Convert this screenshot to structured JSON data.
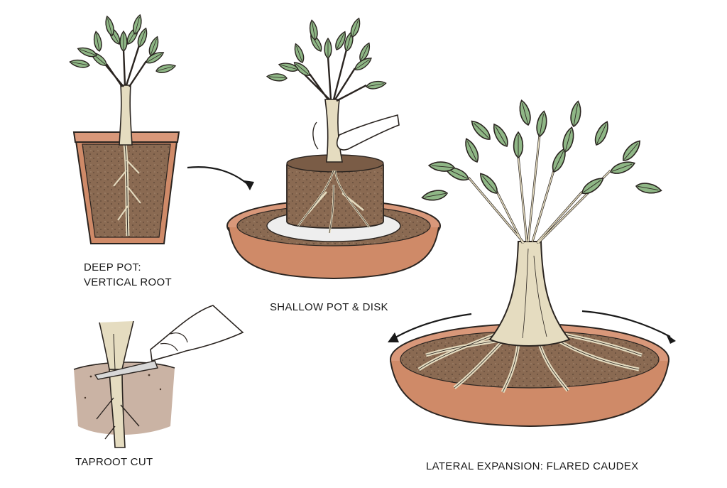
{
  "labels": {
    "deep_pot_line1": "DEEP POT:",
    "deep_pot_line2": "VERTICAL ROOT",
    "shallow_pot": "SHALLOW POT & DISK",
    "taproot_cut": "TAPROOT CUT",
    "lateral_expansion": "LATERAL EXPANSION: FLARED CAUDEX"
  },
  "colors": {
    "terracotta": "#cf8a68",
    "terracotta_dark": "#a85f42",
    "soil": "#8a6a52",
    "soil_dark": "#5e4636",
    "leaf": "#8fb786",
    "leaf_dark": "#5f8c5a",
    "trunk": "#e5dcc0",
    "ink": "#2a2420",
    "disk": "#eeeeee"
  }
}
